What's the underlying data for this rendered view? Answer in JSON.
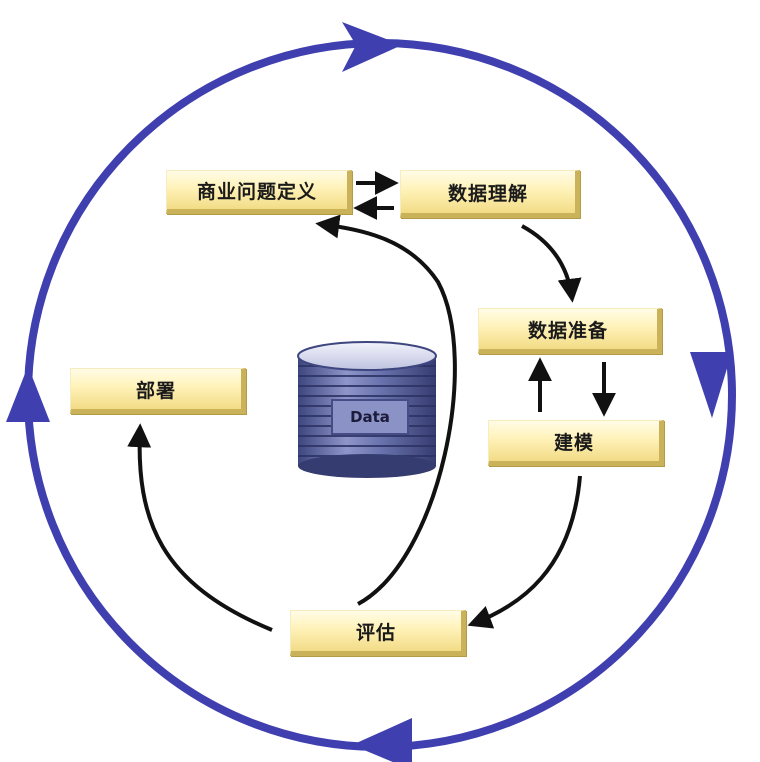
{
  "colors": {
    "cycle_ring": "#3f3fb0",
    "inner_arrows": "#111111",
    "box_fill": "#fff2b8",
    "box_shadow": "#c9b25a",
    "cylinder": "#5f68a8"
  },
  "stages": {
    "business_understanding": "商业问题定义",
    "data_understanding": "数据理解",
    "data_preparation": "数据准备",
    "modeling": "建模",
    "evaluation": "评估",
    "deployment": "部署"
  },
  "center": {
    "label": "Data"
  }
}
